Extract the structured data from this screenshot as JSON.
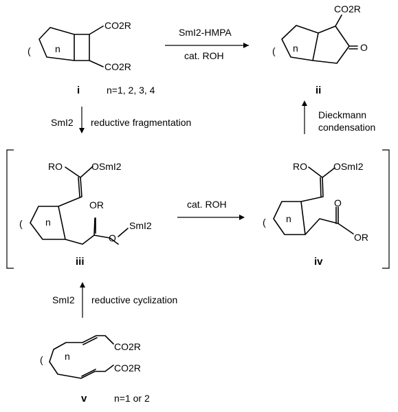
{
  "compounds": {
    "i": {
      "label": "i",
      "condition": "n=1, 2, 3, 4",
      "sub_top": "CO2R",
      "sub_bottom": "CO2R",
      "ring": "n"
    },
    "ii": {
      "label": "ii",
      "sub_top": "CO2R",
      "carbonyl": "O",
      "ring": "n"
    },
    "iii": {
      "label": "iii",
      "top_left": "RO",
      "top_right": "OSmI2",
      "mid_or": "OR",
      "mid_o": "O",
      "mid_sm": "SmI2",
      "ring": "n"
    },
    "iv": {
      "label": "iv",
      "top_left": "RO",
      "top_right": "OSmI2",
      "carbonyl": "O",
      "ester": "OR",
      "ring": "n"
    },
    "v": {
      "label": "v",
      "condition": "n=1 or 2",
      "sub_top": "CO2R",
      "sub_bottom": "CO2R",
      "ring": "n"
    }
  },
  "arrows": {
    "i_to_ii": {
      "reagent": "SmI2-HMPA",
      "conditions": "cat. ROH"
    },
    "i_to_iii": {
      "reagent": "SmI2",
      "description": "reductive fragmentation"
    },
    "iii_to_iv": {
      "conditions": "cat. ROH"
    },
    "iv_to_ii": {
      "line1": "Dieckmann",
      "line2": "condensation"
    },
    "v_to_iii": {
      "reagent": "SmI2",
      "description": "reductive cyclization"
    }
  },
  "paren": "("
}
